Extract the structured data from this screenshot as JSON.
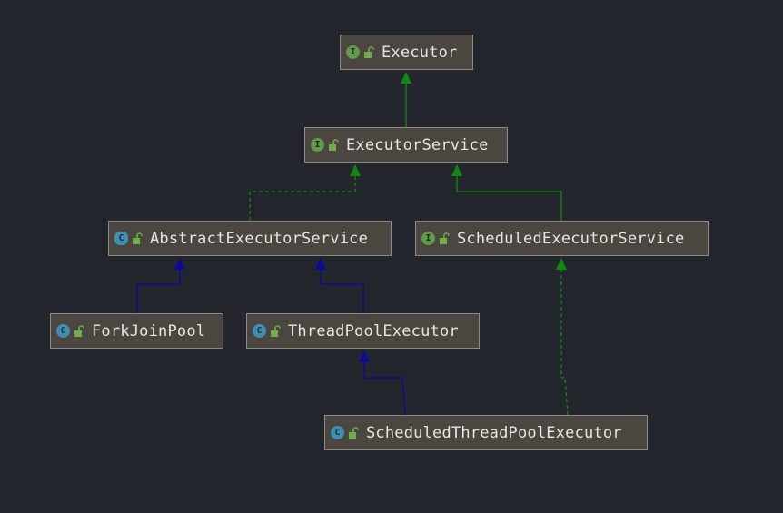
{
  "diagram": {
    "nodes": [
      {
        "id": "executor",
        "label": "Executor",
        "kind": "interface",
        "badge": "I"
      },
      {
        "id": "executor-service",
        "label": "ExecutorService",
        "kind": "interface",
        "badge": "I"
      },
      {
        "id": "abstract-executor-service",
        "label": "AbstractExecutorService",
        "kind": "abstract",
        "badge": "C"
      },
      {
        "id": "scheduled-executor-service",
        "label": "ScheduledExecutorService",
        "kind": "interface",
        "badge": "I"
      },
      {
        "id": "fork-join-pool",
        "label": "ForkJoinPool",
        "kind": "class",
        "badge": "C"
      },
      {
        "id": "thread-pool-executor",
        "label": "ThreadPoolExecutor",
        "kind": "class",
        "badge": "C"
      },
      {
        "id": "scheduled-thread-pool-executor",
        "label": "ScheduledThreadPoolExecutor",
        "kind": "class",
        "badge": "C"
      }
    ],
    "edges": [
      {
        "from": "executor-service",
        "to": "executor",
        "type": "extends-interface"
      },
      {
        "from": "abstract-executor-service",
        "to": "executor-service",
        "type": "implements"
      },
      {
        "from": "scheduled-executor-service",
        "to": "executor-service",
        "type": "extends-interface"
      },
      {
        "from": "fork-join-pool",
        "to": "abstract-executor-service",
        "type": "extends-class"
      },
      {
        "from": "thread-pool-executor",
        "to": "abstract-executor-service",
        "type": "extends-class"
      },
      {
        "from": "scheduled-thread-pool-executor",
        "to": "thread-pool-executor",
        "type": "extends-class"
      },
      {
        "from": "scheduled-thread-pool-executor",
        "to": "scheduled-executor-service",
        "type": "implements"
      }
    ]
  },
  "colors": {
    "background": "#23272d",
    "node_fill": "#4b4740",
    "node_border": "#8c8a84",
    "interface_edge": "#0f8a0f",
    "class_edge": "#0a0a9a",
    "interface_badge": "#5f9b48",
    "class_badge": "#3f8fb4",
    "lock": "#6fae4a"
  },
  "icons": {
    "visibility": "unlock-icon"
  }
}
